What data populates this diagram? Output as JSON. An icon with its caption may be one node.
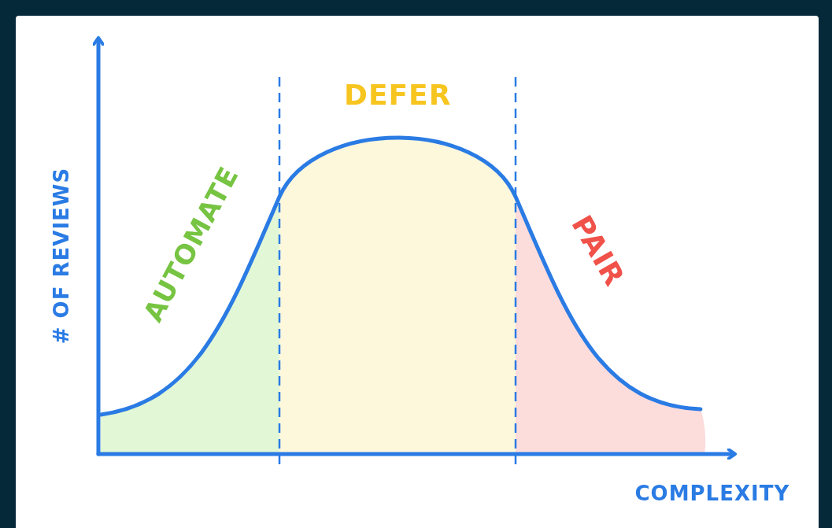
{
  "diagram": {
    "labels": [
      "DEFER",
      "AUTOMATE",
      "PAIR",
      "# OF REVIEWS",
      "COMPLEXITY"
    ]
  }
}
